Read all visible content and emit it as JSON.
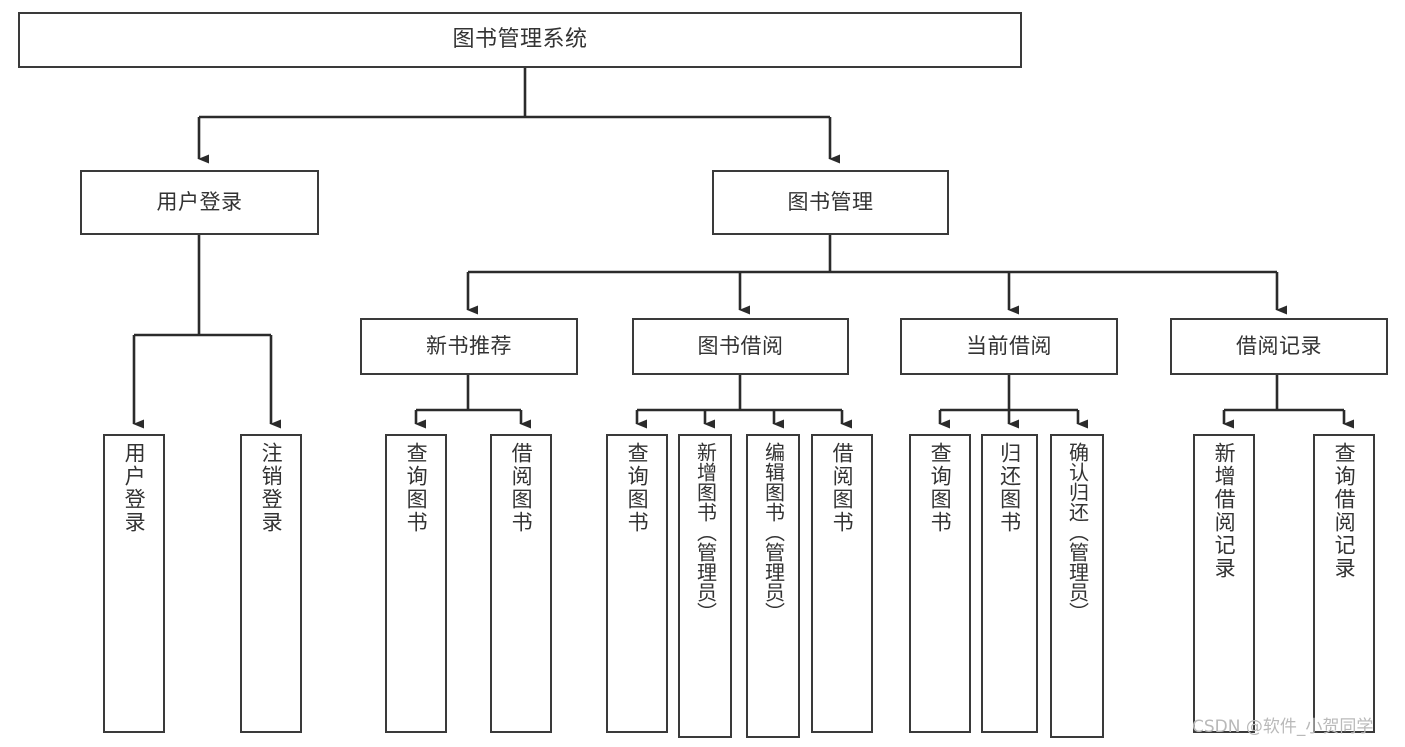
{
  "diagram": {
    "title": "图书管理系统",
    "type": "hierarchy-tree",
    "colors": {
      "background": "#ffffff",
      "box_border": "#3a3a3a",
      "box_fill": "#ffffff",
      "connector": "#2b2b2b",
      "text": "#333333",
      "watermark": "#b9b9b9"
    }
  },
  "root": {
    "label": "图书管理系统"
  },
  "level1": [
    {
      "label": "用户登录"
    },
    {
      "label": "图书管理"
    }
  ],
  "level2": [
    {
      "label": "新书推荐"
    },
    {
      "label": "图书借阅"
    },
    {
      "label": "当前借阅"
    },
    {
      "label": "借阅记录"
    }
  ],
  "leaves": {
    "user_login": [
      {
        "label": "用户登录"
      },
      {
        "label": "注销登录"
      }
    ],
    "new_book": [
      {
        "label": "查询图书"
      },
      {
        "label": "借阅图书"
      }
    ],
    "book_borrow": [
      {
        "label": "查询图书"
      },
      {
        "label": "新增图书（管理员）"
      },
      {
        "label": "编辑图书（管理员）"
      },
      {
        "label": "借阅图书"
      }
    ],
    "current_borrow": [
      {
        "label": "查询图书"
      },
      {
        "label": "归还图书"
      },
      {
        "label": "确认归还（管理员）"
      }
    ],
    "borrow_record": [
      {
        "label": "新增借阅记录"
      },
      {
        "label": "查询借阅记录"
      }
    ]
  },
  "watermark": {
    "text": "CSDN @软件_小贺同学"
  }
}
